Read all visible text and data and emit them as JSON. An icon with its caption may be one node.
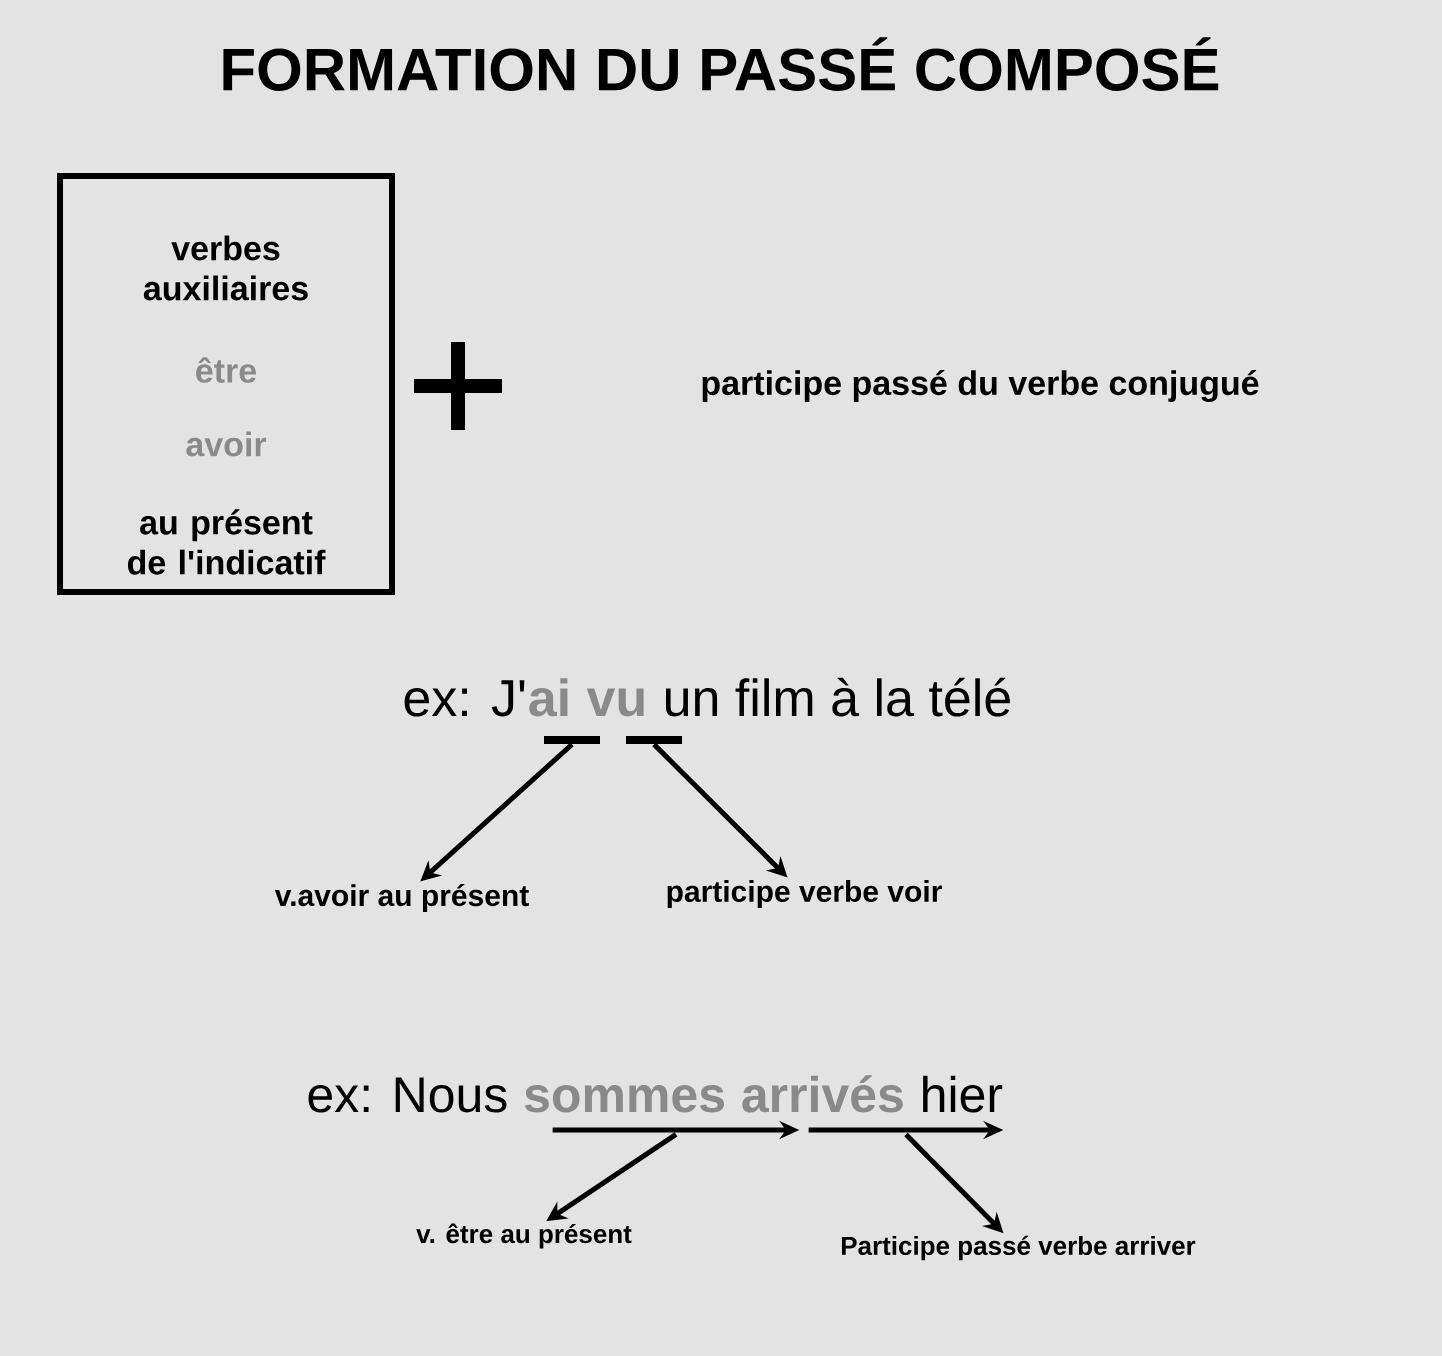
{
  "diagram": {
    "title": "FORMATION DU PASSÉ COMPOSÉ",
    "nodes": [
      {
        "text": [
          "verbes auxiliaires",
          "être",
          "avoir",
          "au présent de l'indicatif"
        ]
      },
      {
        "text": [
          "participe passé du verbe conjugué"
        ]
      },
      {
        "text": [],
        "shape": "bar"
      },
      {
        "text": [],
        "shape": "bar"
      },
      {
        "text": [
          "v.avoir au présent"
        ]
      },
      {
        "text": [
          "participe verbe voir"
        ]
      },
      {
        "text": [],
        "shape": "arrow"
      },
      {
        "text": [],
        "shape": "arrow"
      },
      {
        "text": [
          "v. être au présent"
        ]
      },
      {
        "text": [
          "Participe passé verbe arriver"
        ]
      }
    ],
    "edges": [
      {
        "from": 2,
        "to": 4,
        "arrow": "to"
      },
      {
        "from": 3,
        "to": 5,
        "arrow": "to"
      },
      {
        "from": 6,
        "to": 8,
        "arrow": "to"
      },
      {
        "from": 7,
        "to": 9,
        "arrow": "to"
      }
    ],
    "labels": [
      "ex: J'",
      "ai",
      "vu",
      "un film à la télé",
      "ex: Nous",
      "sommes",
      "arrivés",
      "hier"
    ]
  }
}
